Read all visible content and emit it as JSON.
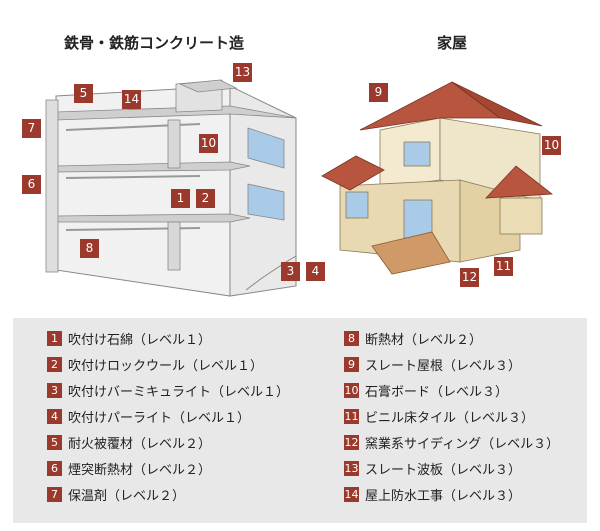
{
  "titles": {
    "left": "鉄骨・鉄筋コンクリート造",
    "right": "家屋"
  },
  "markers": {
    "m1": "1",
    "m2": "2",
    "m3": "3",
    "m4": "4",
    "m5": "5",
    "m6": "6",
    "m7": "7",
    "m8": "8",
    "m9": "9",
    "m10": "10",
    "m11": "11",
    "m12": "12",
    "m13": "13",
    "m14": "14",
    "h9": "9",
    "h10": "10",
    "h11": "11",
    "h12": "12"
  },
  "legend": [
    {
      "num": "1",
      "label": "吹付け石綿（レベル１）"
    },
    {
      "num": "2",
      "label": "吹付けロックウール（レベル１）"
    },
    {
      "num": "3",
      "label": "吹付けバーミキュライト（レベル１）"
    },
    {
      "num": "4",
      "label": "吹付けパーライト（レベル１）"
    },
    {
      "num": "5",
      "label": "耐火被覆材（レベル２）"
    },
    {
      "num": "6",
      "label": "煙突断熱材（レベル２）"
    },
    {
      "num": "7",
      "label": "保温剤（レベル２）"
    },
    {
      "num": "8",
      "label": "断熱材（レベル２）"
    },
    {
      "num": "9",
      "label": "スレート屋根（レベル３）"
    },
    {
      "num": "10",
      "label": "石膏ボード（レベル３）"
    },
    {
      "num": "11",
      "label": "ビニル床タイル（レベル３）"
    },
    {
      "num": "12",
      "label": "窯業系サイディング（レベル３）"
    },
    {
      "num": "13",
      "label": "スレート波板（レベル３）"
    },
    {
      "num": "14",
      "label": "屋上防水工事（レベル３）"
    }
  ],
  "colors": {
    "marker": "#9b3a2c",
    "legend_bg": "#e8e8e8",
    "roof": "#b8553f",
    "wall_cream": "#f3ead0",
    "window_blue": "#a9cbe8"
  }
}
